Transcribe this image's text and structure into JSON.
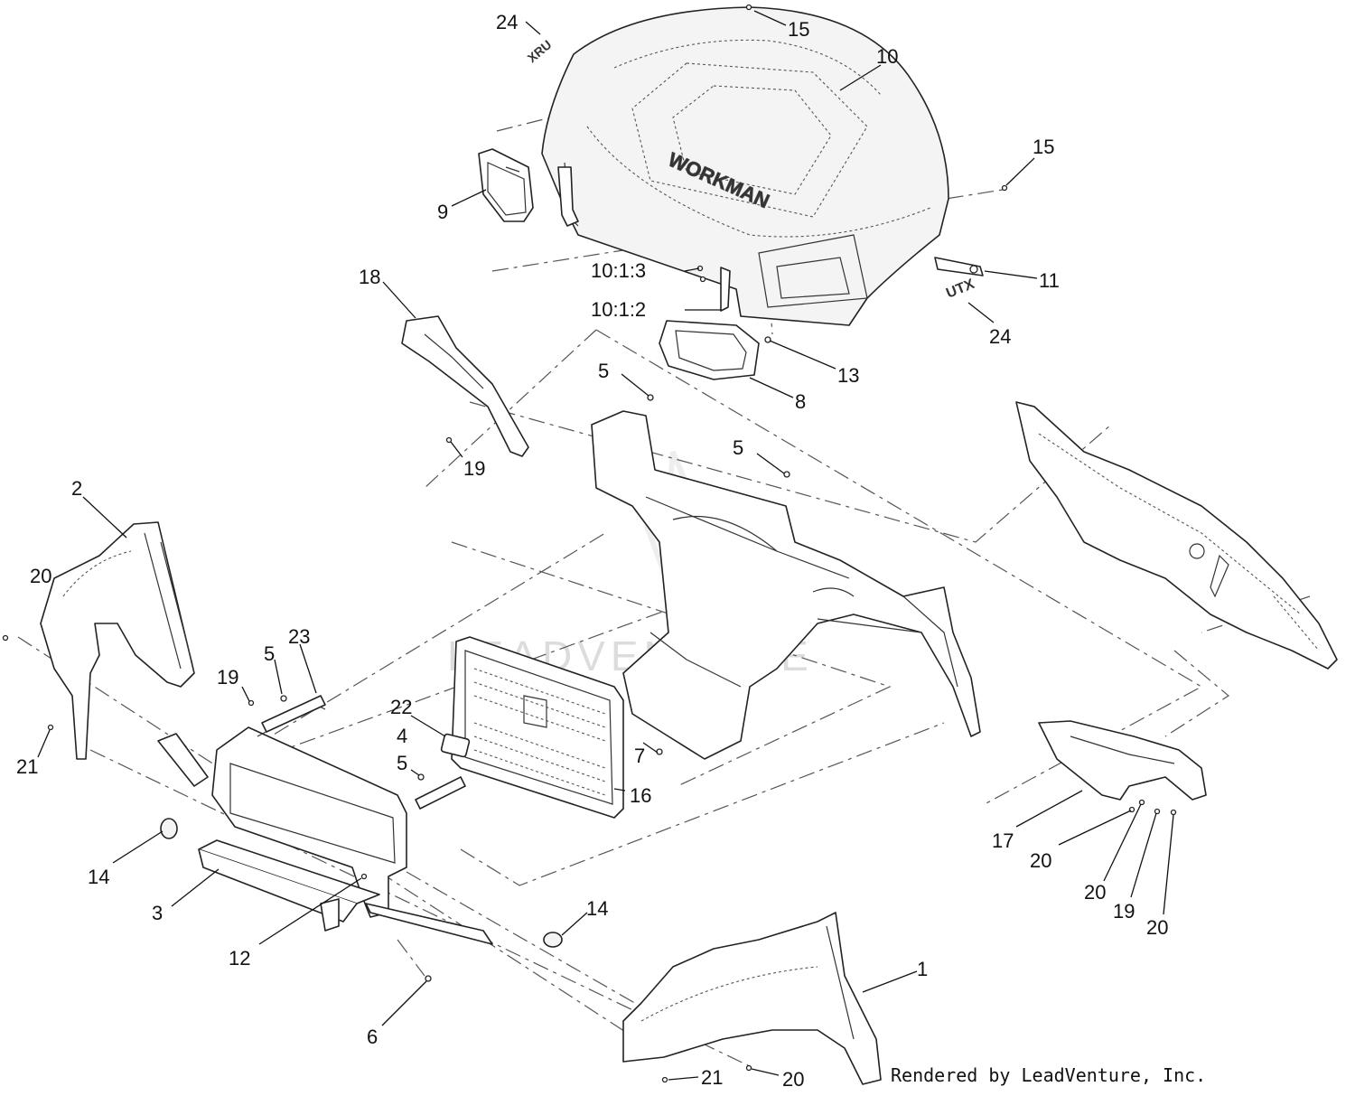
{
  "watermark": "LEADVENTURE",
  "credit": "Rendered by LeadVenture, Inc.",
  "decals": {
    "hood_badge": "WORKMAN",
    "left_badge": "XRU",
    "right_badge": "UTX"
  },
  "callouts": {
    "c24a": "24",
    "c15a": "15",
    "c10": "10",
    "c15b": "15",
    "c9": "9",
    "c10_1_3": "10:1:3",
    "c11": "11",
    "c10_1_2": "10:1:2",
    "c24b": "24",
    "c18": "18",
    "c13": "13",
    "c5a": "5",
    "c8": "8",
    "c19a": "19",
    "c5b": "5",
    "c2": "2",
    "c20a": "20",
    "c23": "23",
    "c5c": "5",
    "c19b": "19",
    "c22": "22",
    "c4": "4",
    "c5d": "5",
    "c7": "7",
    "c21a": "21",
    "c16": "16",
    "c17": "17",
    "c20b": "20",
    "c14a": "14",
    "c20c": "20",
    "c19c": "19",
    "c20d": "20",
    "c3": "3",
    "c12": "12",
    "c14b": "14",
    "c1": "1",
    "c6": "6",
    "c21b": "21",
    "c20e": "20"
  },
  "colors": {
    "line": "#222222",
    "watermark": "#dcdcdc",
    "background": "#ffffff"
  }
}
